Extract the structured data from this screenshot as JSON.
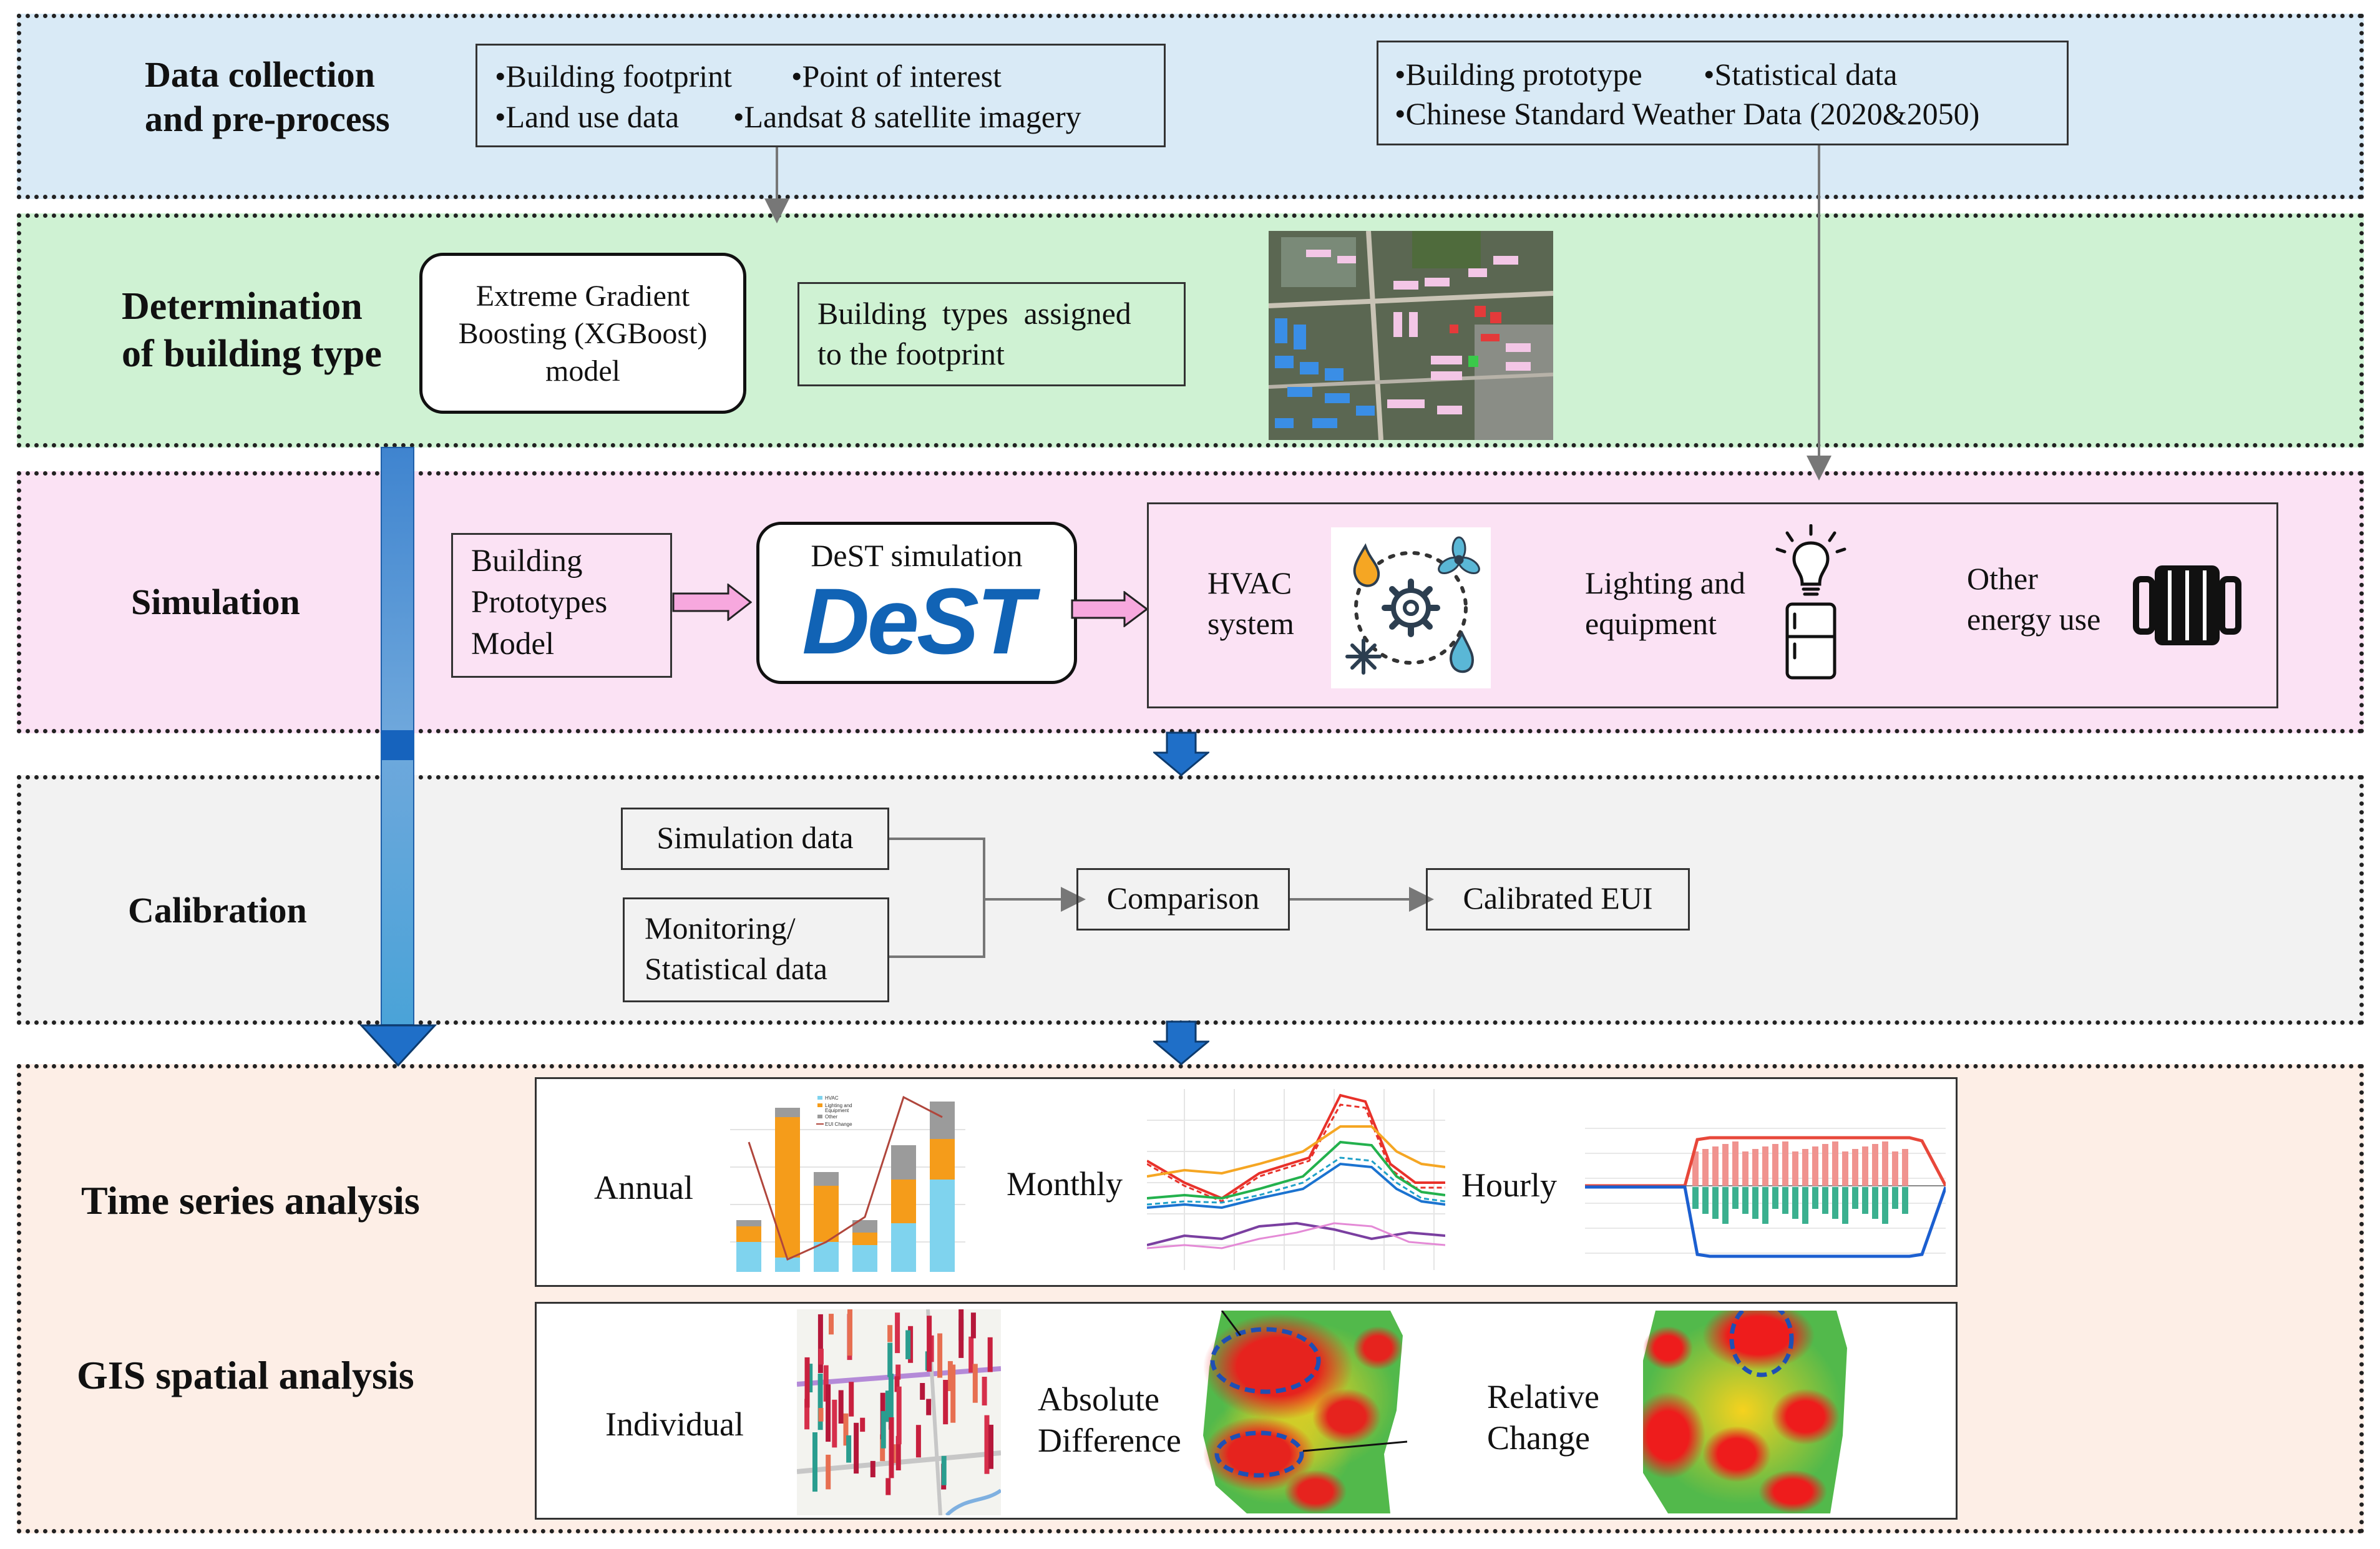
{
  "stages": {
    "data_collection": "Data collection\nand pre-process",
    "building_type": "Determination\nof building type",
    "simulation": "Simulation",
    "calibration": "Calibration",
    "time_series": "Time series analysis",
    "gis": "GIS spatial analysis"
  },
  "inputs_left": {
    "line1a": "•Building footprint",
    "line1b": "•Point of interest",
    "line2a": "•Land use data",
    "line2b": "•Landsat 8 satellite imagery"
  },
  "inputs_right": {
    "line1a": "•Building prototype",
    "line1b": "•Statistical data",
    "line2": "•Chinese Standard Weather Data (2020&2050)"
  },
  "xgboost": "Extreme Gradient\nBoosting (XGBoost)\nmodel",
  "assigned": "Building  types  assigned\nto the footprint",
  "prototypes": "Building\nPrototypes\nModel",
  "dest_title": "DeST simulation",
  "dest_logo": "DeST",
  "end_uses": {
    "hvac": "HVAC\nsystem",
    "lighting": "Lighting and\nequipment",
    "other": "Other\nenergy use"
  },
  "calibration": {
    "simulation_data": "Simulation data",
    "monitoring": "Monitoring/\nStatistical data",
    "comparison": "Comparison",
    "calibrated": "Calibrated EUI"
  },
  "time_series": {
    "annual": "Annual",
    "monthly": "Monthly",
    "hourly": "Hourly"
  },
  "gis": {
    "individual": "Individual",
    "absolute": "Absolute\nDifference",
    "relative": "Relative\nChange"
  },
  "legend_annual": [
    "HVAC",
    "Lighting and",
    "Equipment",
    "Other",
    "EUI Change"
  ],
  "colors": {
    "band_blue": "#d9eaf6",
    "band_green": "#cff2d3",
    "band_pink": "#fbe2f4",
    "band_gray": "#f2f2f2",
    "band_peach": "#fdeee6",
    "arrow_blue": "#1f6fc8",
    "pink_arrow": "#f7a8de",
    "dest_blue": "#1163b5"
  }
}
